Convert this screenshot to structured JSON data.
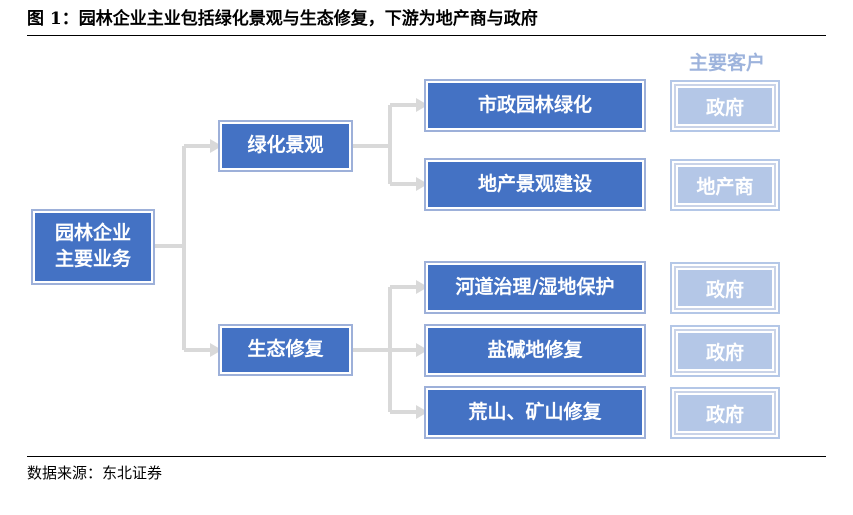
{
  "figure": {
    "title": "图 1：园林企业主业包括绿化景观与生态修复，下游为地产商与政府",
    "source": "数据来源：东北证券"
  },
  "diagram": {
    "root": "园林企业主要业务",
    "branches": [
      {
        "label": "绿化景观",
        "items": [
          {
            "label": "市政园林绿化",
            "customer": "政府"
          },
          {
            "label": "地产景观建设",
            "customer": "地产商"
          }
        ]
      },
      {
        "label": "生态修复",
        "items": [
          {
            "label": "河道治理/湿地保护",
            "customer": "政府"
          },
          {
            "label": "盐碱地修复",
            "customer": "政府"
          },
          {
            "label": "荒山、矿山修复",
            "customer": "政府"
          }
        ]
      }
    ],
    "customer_header": "主要客户",
    "colors": {
      "box": "#4472C4",
      "customer": "#B4C7E7",
      "connector": "#D9D9D9",
      "header": "#9DB3DC"
    }
  }
}
